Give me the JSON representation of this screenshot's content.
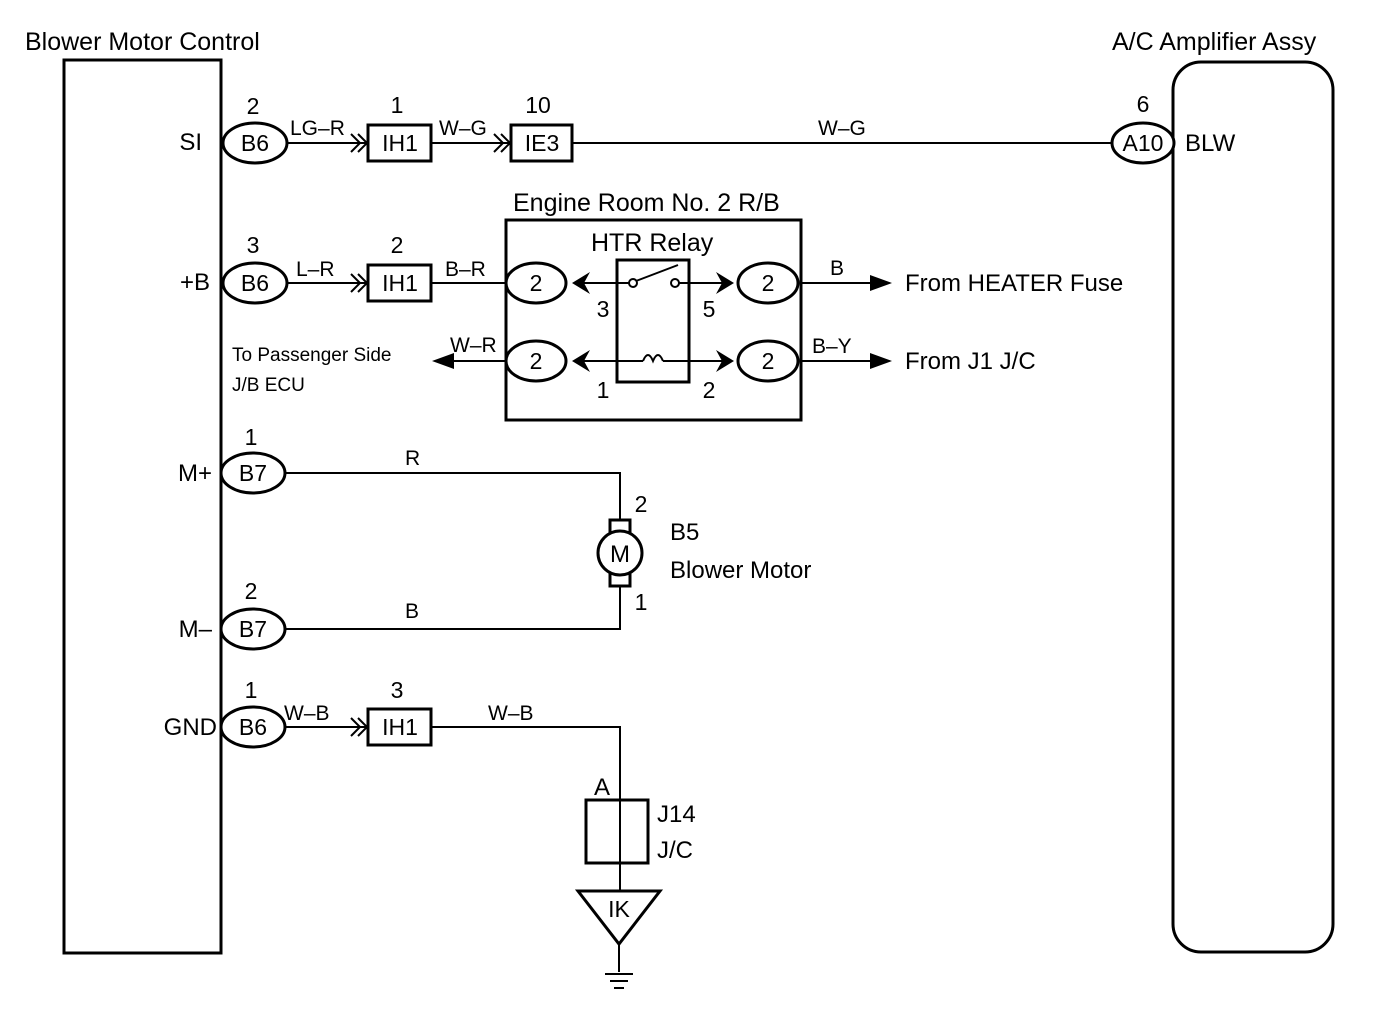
{
  "titles": {
    "left": "Blower Motor Control",
    "right": "A/C Amplifier Assy",
    "rb": "Engine Room No. 2 R/B",
    "relay": "HTR Relay"
  },
  "terminals": {
    "si": "SI",
    "b": "+B",
    "mp": "M+",
    "mm": "M–",
    "gnd": "GND",
    "blw": "BLW"
  },
  "connectors": {
    "b6_si": "B6",
    "b6_b": "B6",
    "b7_mp": "B7",
    "b7_mm": "B7",
    "b6_gnd": "B6",
    "ih1_si": "IH1",
    "ih1_b": "IH1",
    "ih1_gnd": "IH1",
    "ie3": "IE3",
    "a10": "A10",
    "rb_tl": "2",
    "rb_tr": "2",
    "rb_bl": "2",
    "rb_br": "2",
    "ik": "IK"
  },
  "pins": {
    "b6_si": "2",
    "ih1_si": "1",
    "ie3": "10",
    "a10": "6",
    "b6_b": "3",
    "ih1_b": "2",
    "relay_3": "3",
    "relay_5": "5",
    "relay_1": "1",
    "relay_2": "2",
    "b7_mp": "1",
    "b7_mm": "2",
    "motor_2": "2",
    "motor_1": "1",
    "b6_gnd": "1",
    "ih1_gnd": "3",
    "j14_a": "A"
  },
  "wires": {
    "si_1": "LG–R",
    "si_2": "W–G",
    "si_3": "W–G",
    "b_1": "L–R",
    "b_2": "B–R",
    "heater": "B",
    "j1": "B–Y",
    "passenger": "W–R",
    "mp": "R",
    "mm": "B",
    "gnd_1": "W–B",
    "gnd_2": "W–B"
  },
  "labels": {
    "heater_from": "From HEATER Fuse",
    "j1_from": "From J1 J/C",
    "passenger_l1": "To Passenger Side",
    "passenger_l2": "J/B ECU",
    "motor_code": "B5",
    "motor_name": "Blower Motor",
    "motor_symbol": "M",
    "j14_code": "J14",
    "j14_type": "J/C"
  }
}
